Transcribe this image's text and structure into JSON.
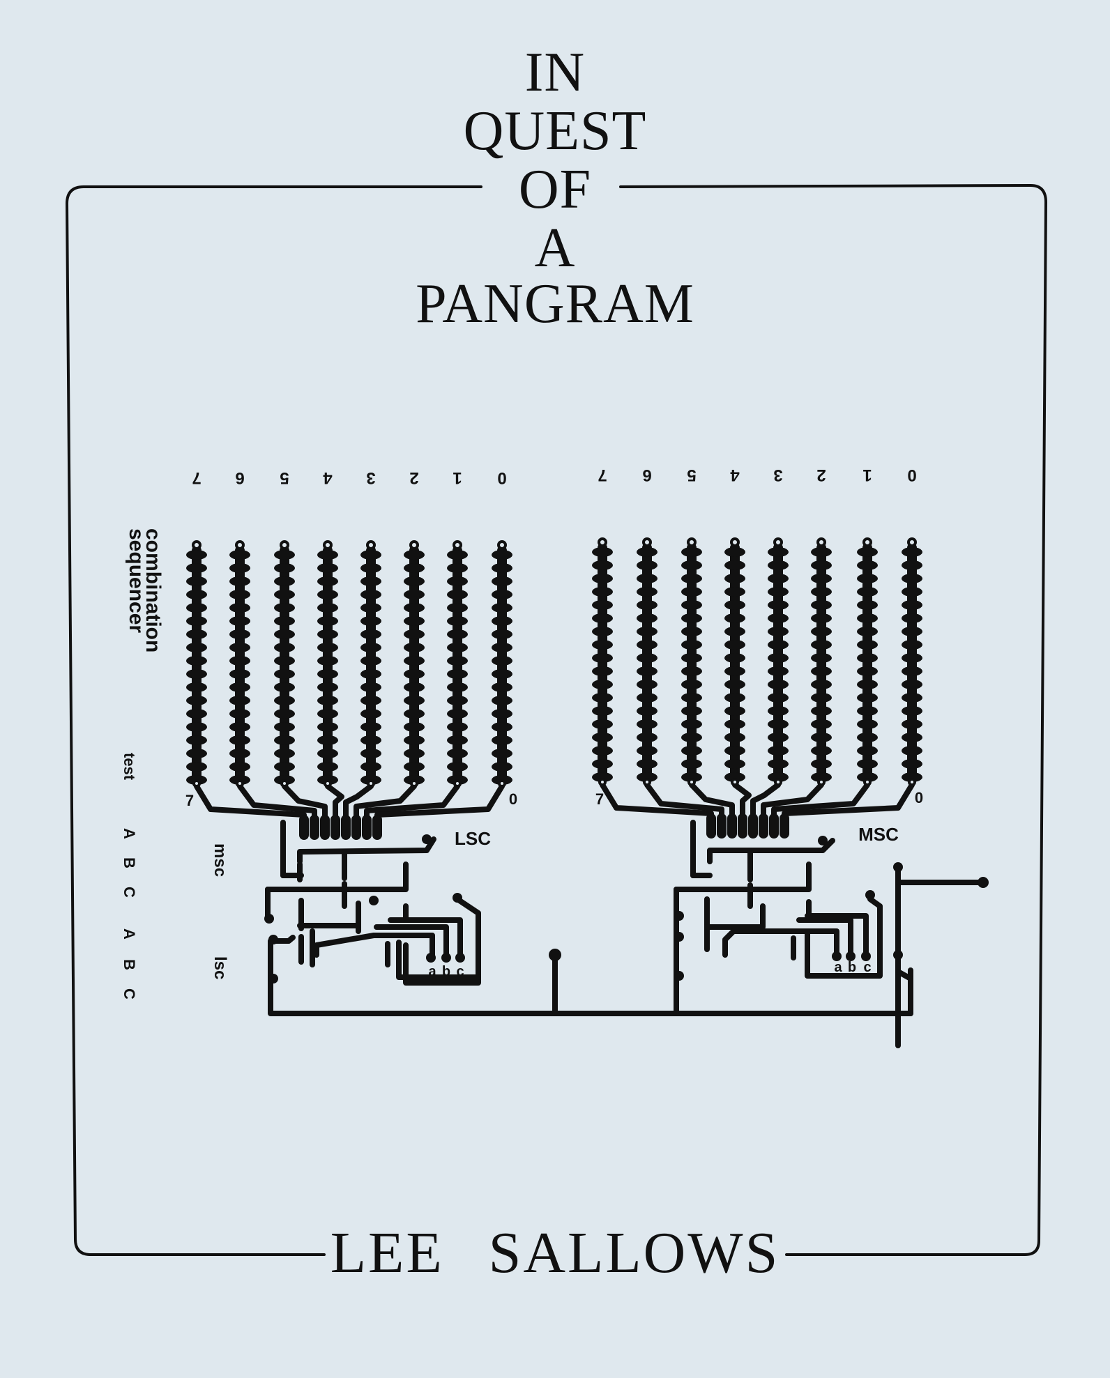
{
  "title": {
    "lines": [
      "IN",
      "QUEST",
      "OF",
      "A",
      "PANGRAM"
    ]
  },
  "author": "LEE SALLOWS",
  "circuit": {
    "top_digits_left": [
      "7",
      "6",
      "5",
      "4",
      "3",
      "2",
      "1",
      "0"
    ],
    "top_digits_right": [
      "7",
      "6",
      "5",
      "4",
      "3",
      "2",
      "1",
      "0"
    ],
    "side_label": [
      "combination",
      "sequencer"
    ],
    "test_label": "test",
    "test_letters": [
      "A",
      "B",
      "C",
      "A",
      "B",
      "C"
    ],
    "msc_label": "msc",
    "lsc_label": "lsc",
    "lsc_board": "LSC",
    "msc_board": "MSC",
    "end_digit_high": "7",
    "end_digit_low": "0",
    "pad_labels": [
      "a",
      "b",
      "c"
    ]
  }
}
